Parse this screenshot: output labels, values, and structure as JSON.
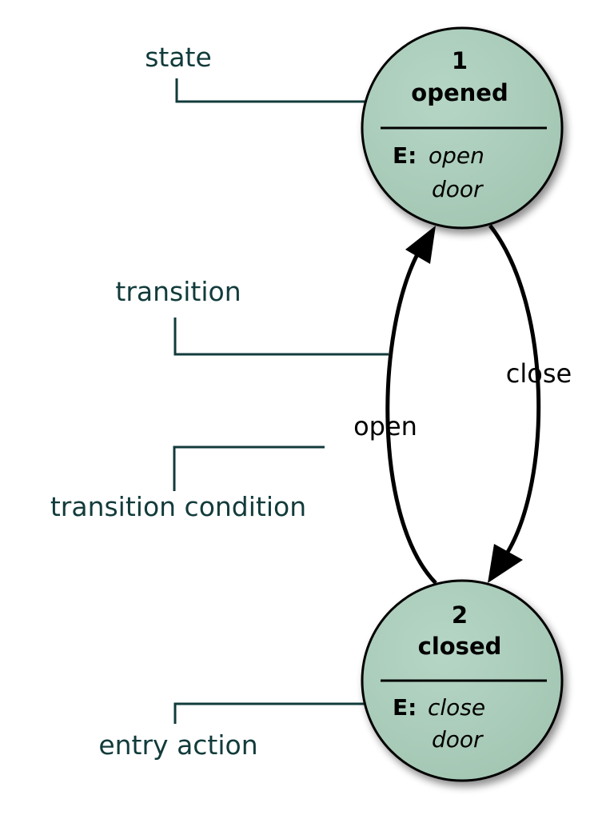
{
  "colors": {
    "state_fill": "#a9cbb9",
    "callout": "#123b3b",
    "edge": "#000000"
  },
  "callouts": {
    "state": "state",
    "transition": "transition",
    "transition_condition": "transition condition",
    "entry_action": "entry action"
  },
  "states": [
    {
      "number": "1",
      "name": "opened",
      "entry_prefix": "E:",
      "entry_line1": "open",
      "entry_line2": "door"
    },
    {
      "number": "2",
      "name": "closed",
      "entry_prefix": "E:",
      "entry_line1": "close",
      "entry_line2": "door"
    }
  ],
  "transitions": [
    {
      "label": "open",
      "from": "closed",
      "to": "opened"
    },
    {
      "label": "close",
      "from": "opened",
      "to": "closed"
    }
  ]
}
